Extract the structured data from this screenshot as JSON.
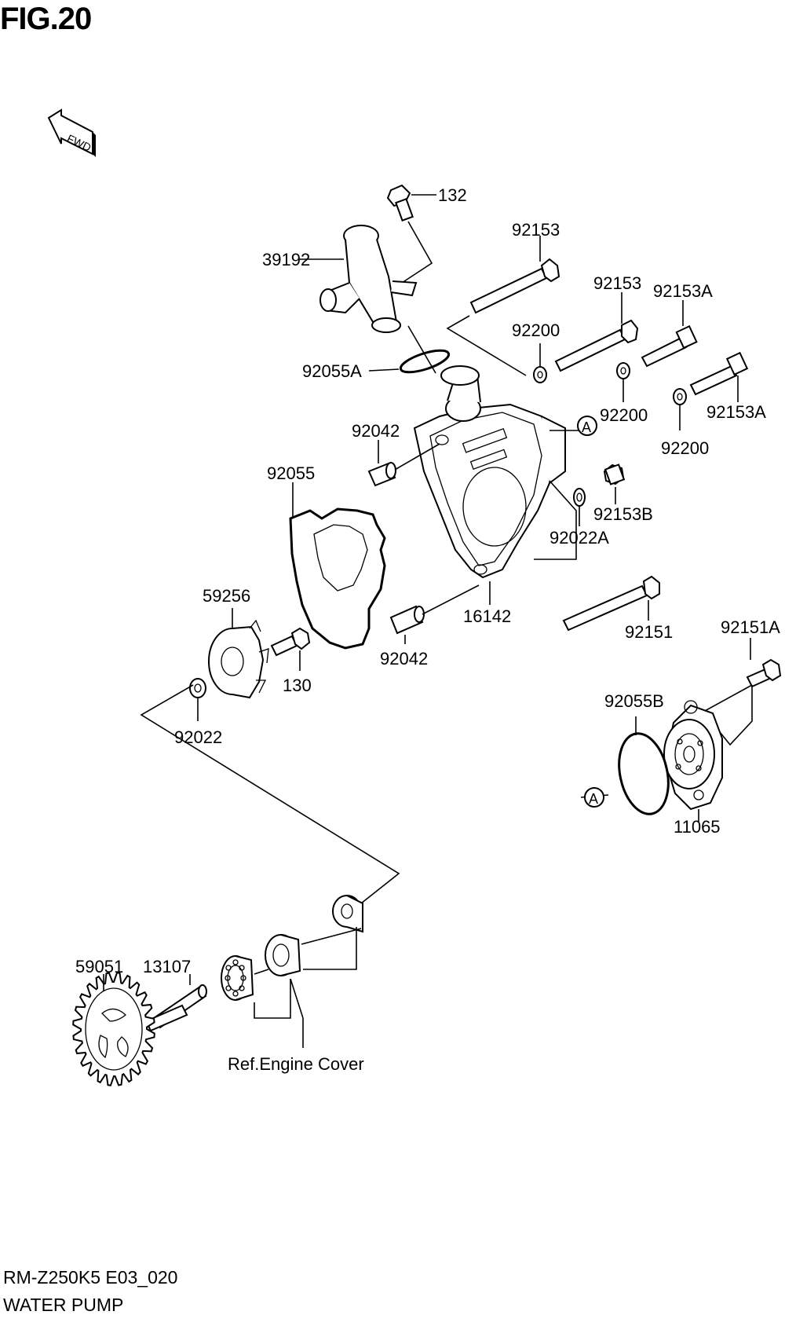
{
  "figure": {
    "title": "FIG.20",
    "model_code": "RM-Z250K5 E03_020",
    "section_name": "WATER PUMP",
    "fwd_label": "FWD"
  },
  "callouts": {
    "p132": "132",
    "p39192": "39192",
    "p92153_a": "92153",
    "p92153_b": "92153",
    "p92153A_a": "92153A",
    "p92153A_b": "92153A",
    "p92200_a": "92200",
    "p92200_b": "92200",
    "p92200_c": "92200",
    "p92055A": "92055A",
    "p92042_a": "92042",
    "p92042_b": "92042",
    "p92055": "92055",
    "p92153B": "92153B",
    "p92022A": "92022A",
    "p16142": "16142",
    "p59256": "59256",
    "p130": "130",
    "p92022": "92022",
    "p92151": "92151",
    "p92151A": "92151A",
    "p92055B": "92055B",
    "p11065": "11065",
    "p59051": "59051",
    "p13107": "13107",
    "ref_engine_cover": "Ref.Engine Cover",
    "marker_a1": "A",
    "marker_a2": "A"
  }
}
